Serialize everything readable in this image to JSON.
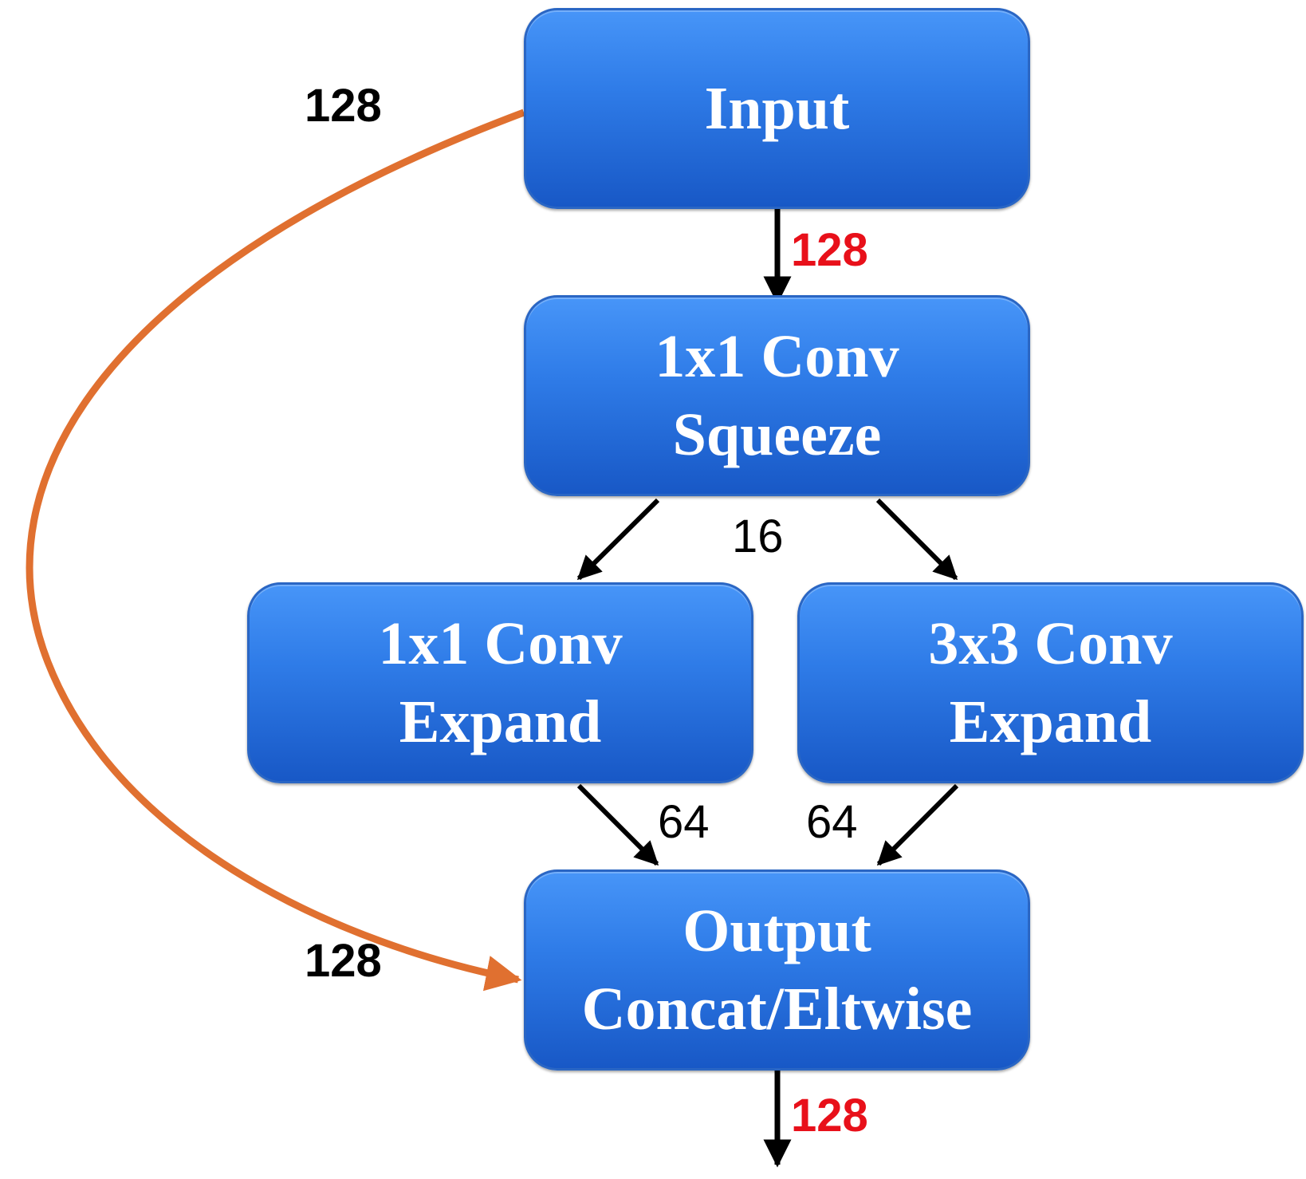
{
  "colors": {
    "node_fill": "#2f7ce8",
    "node_text": "#ffffff",
    "arrow": "#000000",
    "skip_connection": "#e07030",
    "highlight_label": "#e8101a",
    "plain_label": "#000000"
  },
  "nodes": {
    "input": {
      "lines": [
        "Input"
      ]
    },
    "squeeze": {
      "lines": [
        "1x1 Conv",
        "Squeeze"
      ]
    },
    "expand1": {
      "lines": [
        "1x1 Conv",
        "Expand"
      ]
    },
    "expand3": {
      "lines": [
        "3x3 Conv",
        "Expand"
      ]
    },
    "output": {
      "lines": [
        "Output",
        "Concat/Eltwise"
      ]
    }
  },
  "edge_labels": {
    "skip_top": "128",
    "input_to_squeeze": "128",
    "squeeze_out": "16",
    "expand1_out": "64",
    "expand3_out": "64",
    "skip_bottom": "128",
    "output_out": "128"
  },
  "edges": [
    {
      "from": "input",
      "to": "squeeze",
      "style": "straight"
    },
    {
      "from": "squeeze",
      "to": "expand1",
      "style": "straight"
    },
    {
      "from": "squeeze",
      "to": "expand3",
      "style": "straight"
    },
    {
      "from": "expand1",
      "to": "output",
      "style": "straight"
    },
    {
      "from": "expand3",
      "to": "output",
      "style": "straight"
    },
    {
      "from": "output",
      "to": "",
      "style": "straight"
    },
    {
      "from": "input",
      "to": "output",
      "style": "curved-skip"
    }
  ]
}
